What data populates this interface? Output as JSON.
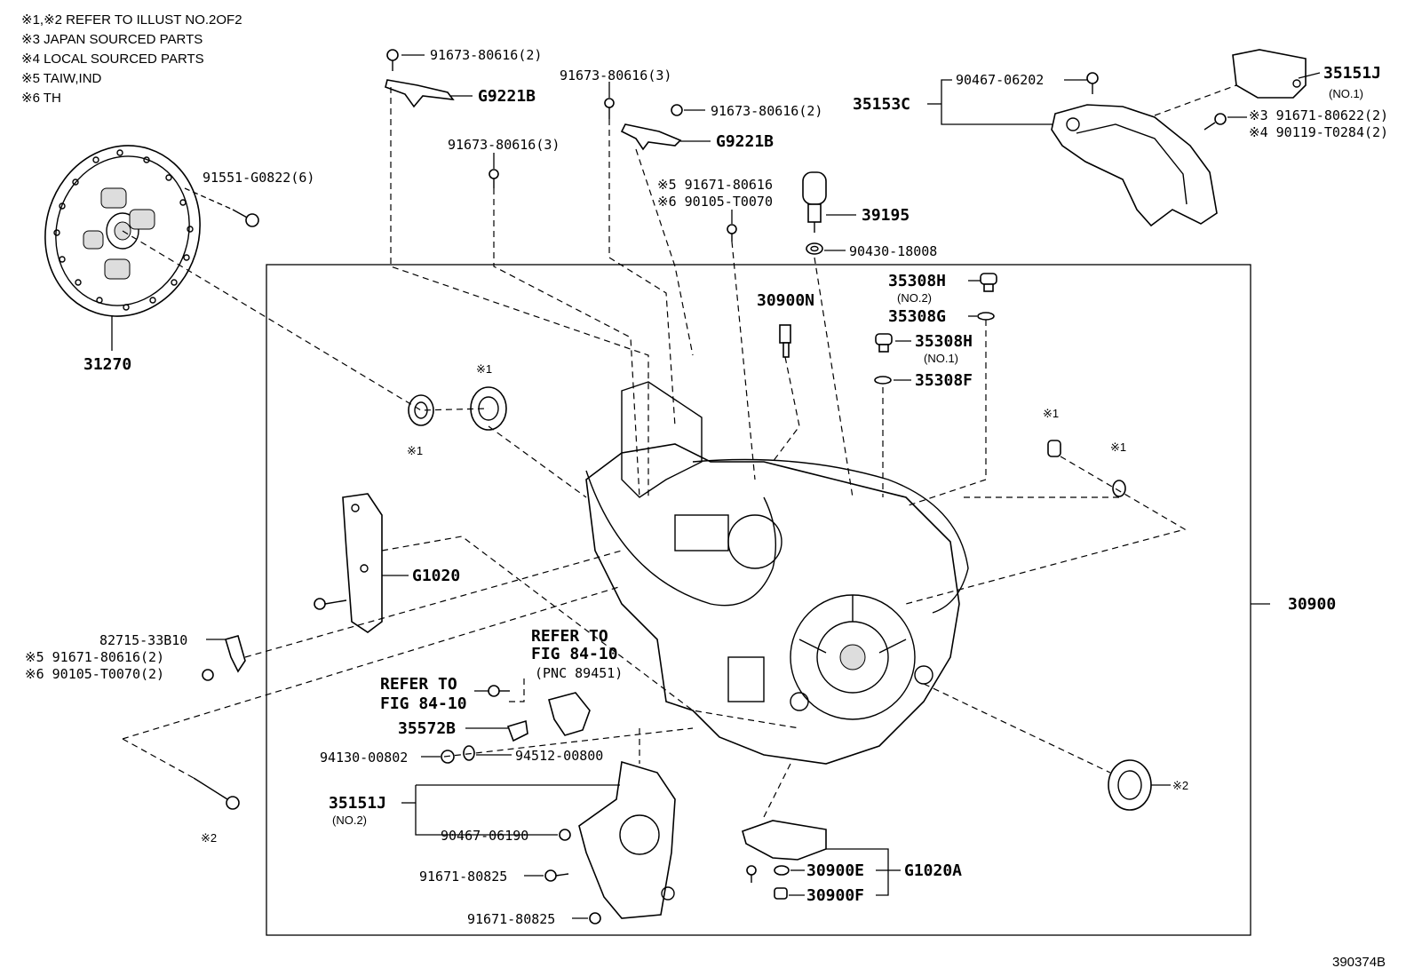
{
  "notes": [
    "※1,※2 REFER TO ILLUST NO.2OF2",
    "※3 JAPAN SOURCED PARTS",
    "※4 LOCAL SOURCED PARTS",
    "※5 TAIW,IND",
    "※6 TH"
  ],
  "labels": {
    "p31270": "31270",
    "p91551": "91551-G0822(6)",
    "p91673_a": "91673-80616(2)",
    "pG9221B_a": "G9221B",
    "p91673_b": "91673-80616(3)",
    "p91673_c": "91673-80616(2)",
    "pG9221B_b": "G9221B",
    "p91673_d": "91673-80616(3)",
    "p91671_5": "※5 91671-80616",
    "p90105_6": "※6 90105-T0070",
    "p39195": "39195",
    "p90430": "90430-18008",
    "p90467_a": "90467-06202",
    "p35153C": "35153C",
    "p35151J_a": "35151J",
    "p35151J_a_sub": "(NO.1)",
    "p91671_3": "※3 91671-80622(2)",
    "p90119_4": "※4 90119-T0284(2)",
    "p35308H_a": "35308H",
    "p35308H_a_sub": "(NO.2)",
    "p35308G": "35308G",
    "p35308H_b": "35308H",
    "p35308H_b_sub": "(NO.1)",
    "p35308F": "35308F",
    "p30900N": "30900N",
    "p30900": "30900",
    "pG1020": "G1020",
    "p82715": "82715-33B10",
    "p91671_5b": "※5 91671-80616(2)",
    "p90105_6b": "※6 90105-T0070(2)",
    "refer1_a": "REFER TO",
    "refer1_b": "FIG 84-10",
    "refer1_c": "(PNC 89451)",
    "refer2_a": "REFER TO",
    "refer2_b": "FIG 84-10",
    "p35572B": "35572B",
    "p94130": "94130-00802",
    "p94512": "94512-00800",
    "p35151J_b": "35151J",
    "p35151J_b_sub": "(NO.2)",
    "p90467_b": "90467-06190",
    "p91671_80825_a": "91671-80825",
    "p91671_80825_b": "91671-80825",
    "p30900E": "30900E",
    "p30900F": "30900F",
    "pG1020A": "G1020A",
    "mark1_a": "※1",
    "mark1_b": "※1",
    "mark1_c": "※1",
    "mark1_d": "※1",
    "mark2_a": "※2",
    "mark2_b": "※2",
    "illust_no": "390374B"
  }
}
